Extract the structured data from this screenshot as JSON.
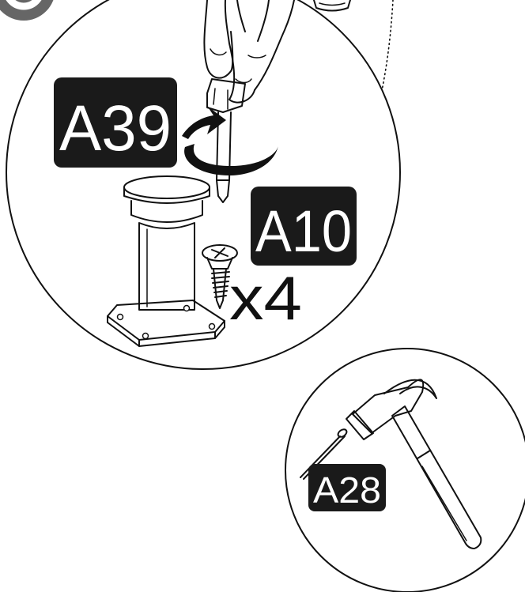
{
  "labels": {
    "part_screwdriver": "A39",
    "part_screw": "A10",
    "screw_quantity": "x4",
    "part_nail": "A28"
  },
  "colors": {
    "ink": "#111111",
    "label_background": "#1a1a1a",
    "label_text": "#ffffff",
    "background": "#ffffff"
  },
  "icons": {
    "step_badge": "step-number-badge",
    "rotation": "clockwise-rotate-arrow",
    "tool_1": "screwdriver-icon",
    "tool_2": "hammer-icon"
  }
}
